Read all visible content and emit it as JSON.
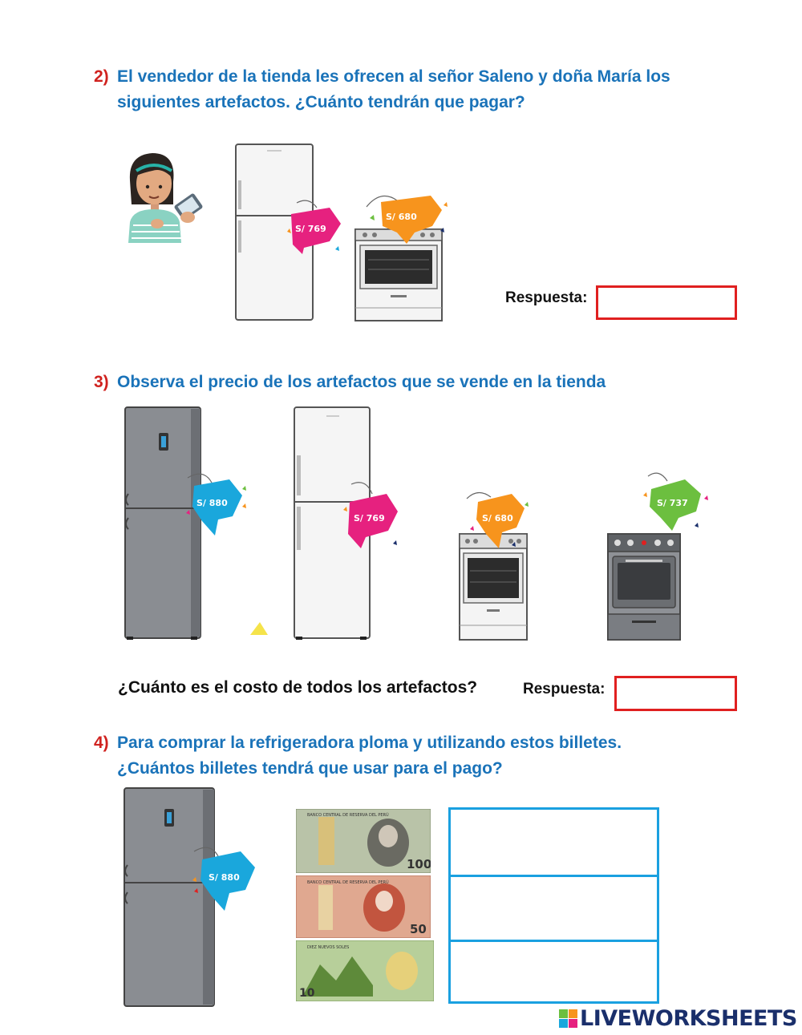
{
  "q2": {
    "number": "2)",
    "line1": "El vendedor de la tienda les ofrecen al señor  Saleno y doña María los",
    "line2": "siguientes artefactos. ¿Cuánto tendrán que pagar?",
    "tag_fridge": "S/ 769",
    "tag_stove": "S/ 680",
    "answer_label": "Respuesta:"
  },
  "q3": {
    "number": "3)",
    "line1": "Observa el precio de los artefactos que se vende en la tienda",
    "tags": [
      "S/ 880",
      "S/ 769",
      "S/ 680",
      "S/ 737"
    ],
    "question": "¿Cuánto es el costo de todos los artefactos?",
    "answer_label": "Respuesta:"
  },
  "q4": {
    "number": "4)",
    "line1": "Para comprar la refrigeradora ploma y utilizando estos billetes.",
    "line2": "¿Cuántos billetes tendrá que usar para el pago?",
    "tag": "S/ 880",
    "bills": [
      {
        "value": "100",
        "header": "BANCO CENTRAL DE RESERVA DEL PERÚ",
        "color": "#b9c3a8"
      },
      {
        "value": "50",
        "header": "BANCO CENTRAL DE RESERVA DEL PERÚ",
        "color": "#e0a890"
      },
      {
        "value": "10",
        "header": "DIEZ NUEVOS SOLES",
        "color": "#b7cf9a"
      }
    ]
  },
  "footer": {
    "brand": "LIVEWORKSHEETS"
  },
  "colors": {
    "question_blue": "#1a73b9",
    "number_red": "#d0221f",
    "answer_box_red": "#e02020",
    "answer_box_blue": "#1aa0e0",
    "tag_pink": "#e6217f",
    "tag_orange": "#f7941d",
    "tag_cyan": "#1aa7dc",
    "tag_green": "#6cbf3f"
  }
}
